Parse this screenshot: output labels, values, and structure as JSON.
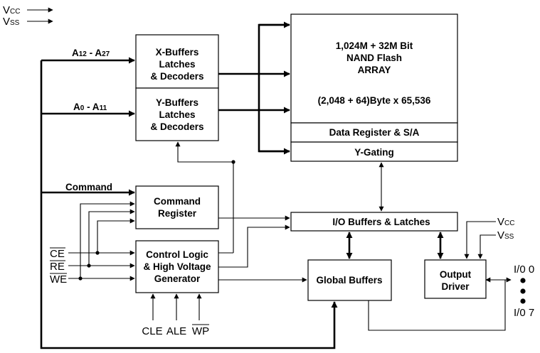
{
  "power": {
    "vcc": "VCC",
    "vss": "VSS"
  },
  "address": {
    "high": "A12 - A27",
    "low": "A0 - A11"
  },
  "command_label": "Command",
  "blocks": {
    "x_buffers": [
      "X-Buffers",
      "Latches",
      "& Decoders"
    ],
    "y_buffers": [
      "Y-Buffers",
      "Latches",
      "& Decoders"
    ],
    "command_register": [
      "Command",
      "Register"
    ],
    "control_logic": [
      "Control Logic",
      "& High Voltage",
      "Generator"
    ],
    "array": [
      "1,024M + 32M Bit",
      "NAND Flash",
      "ARRAY"
    ],
    "array_org": "(2,048 + 64)Byte x 65,536",
    "data_register": "Data Register & S/A",
    "y_gating": "Y-Gating",
    "io_buffers": "I/O Buffers & Latches",
    "global_buffers": "Global Buffers",
    "output_driver": [
      "Output",
      "Driver"
    ]
  },
  "control_pins": {
    "ce": "CE",
    "re": "RE",
    "we": "WE"
  },
  "bottom_pins": {
    "cle": "CLE",
    "ale": "ALE",
    "wp": "WP"
  },
  "output_power": {
    "vcc": "VCC",
    "vss": "VSS"
  },
  "io": {
    "first": "I/0 0",
    "last": "I/0 7"
  }
}
